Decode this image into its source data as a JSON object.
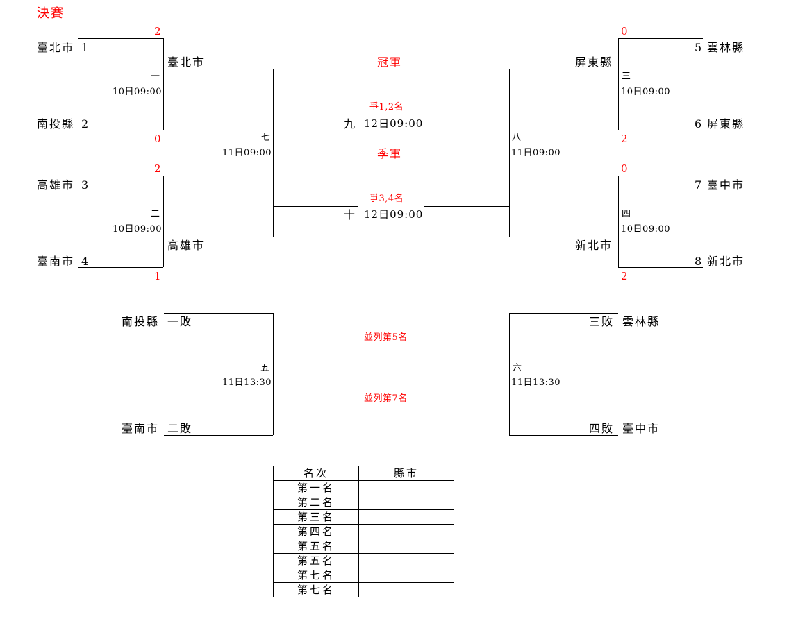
{
  "title": "決賽",
  "upper": {
    "left": {
      "seeds": [
        {
          "name": "臺北市",
          "seed": "1",
          "score": "2"
        },
        {
          "name": "南投縣",
          "seed": "2",
          "score": "0"
        },
        {
          "name": "高雄市",
          "seed": "3",
          "score": "2"
        },
        {
          "name": "臺南市",
          "seed": "4",
          "score": "1"
        }
      ],
      "matches": [
        {
          "no": "一",
          "time": "10日09:00",
          "winner": "臺北市"
        },
        {
          "no": "二",
          "time": "10日09:00",
          "winner": "高雄市"
        }
      ],
      "semi": {
        "no": "七",
        "time": "11日09:00"
      }
    },
    "right": {
      "seeds": [
        {
          "name": "雲林縣",
          "seed": "5",
          "score": "0"
        },
        {
          "name": "屏東縣",
          "seed": "6",
          "score": "2"
        },
        {
          "name": "臺中市",
          "seed": "7",
          "score": "0"
        },
        {
          "name": "新北市",
          "seed": "8",
          "score": "2"
        }
      ],
      "matches": [
        {
          "no": "三",
          "time": "10日09:00",
          "winner": "屏東縣"
        },
        {
          "no": "四",
          "time": "10日09:00",
          "winner": "新北市"
        }
      ],
      "semi": {
        "no": "八",
        "time": "11日09:00"
      }
    },
    "center": {
      "champion_label": "冠軍",
      "final_label": "爭1,2名",
      "final_no": "九",
      "final_time": "12日09:00",
      "third_label": "季軍",
      "third_match_label": "爭3,4名",
      "third_no": "十",
      "third_time": "12日09:00"
    }
  },
  "lower": {
    "left": {
      "top": {
        "name": "南投縣",
        "tag": "一敗"
      },
      "bottom": {
        "name": "臺南市",
        "tag": "二敗"
      },
      "match": {
        "no": "五",
        "time": "11日13:30"
      }
    },
    "right": {
      "top": {
        "name": "雲林縣",
        "tag": "三敗"
      },
      "bottom": {
        "name": "臺中市",
        "tag": "四敗"
      },
      "match": {
        "no": "六",
        "time": "11日13:30"
      }
    },
    "center": {
      "fifth_label": "並列第5名",
      "seventh_label": "並列第7名"
    }
  },
  "ranking": {
    "headers": [
      "名次",
      "縣市"
    ],
    "rows": [
      {
        "rank": "第一名",
        "team": ""
      },
      {
        "rank": "第二名",
        "team": ""
      },
      {
        "rank": "第三名",
        "team": ""
      },
      {
        "rank": "第四名",
        "team": ""
      },
      {
        "rank": "第五名",
        "team": ""
      },
      {
        "rank": "第五名",
        "team": ""
      },
      {
        "rank": "第七名",
        "team": ""
      },
      {
        "rank": "第七名",
        "team": ""
      }
    ]
  }
}
